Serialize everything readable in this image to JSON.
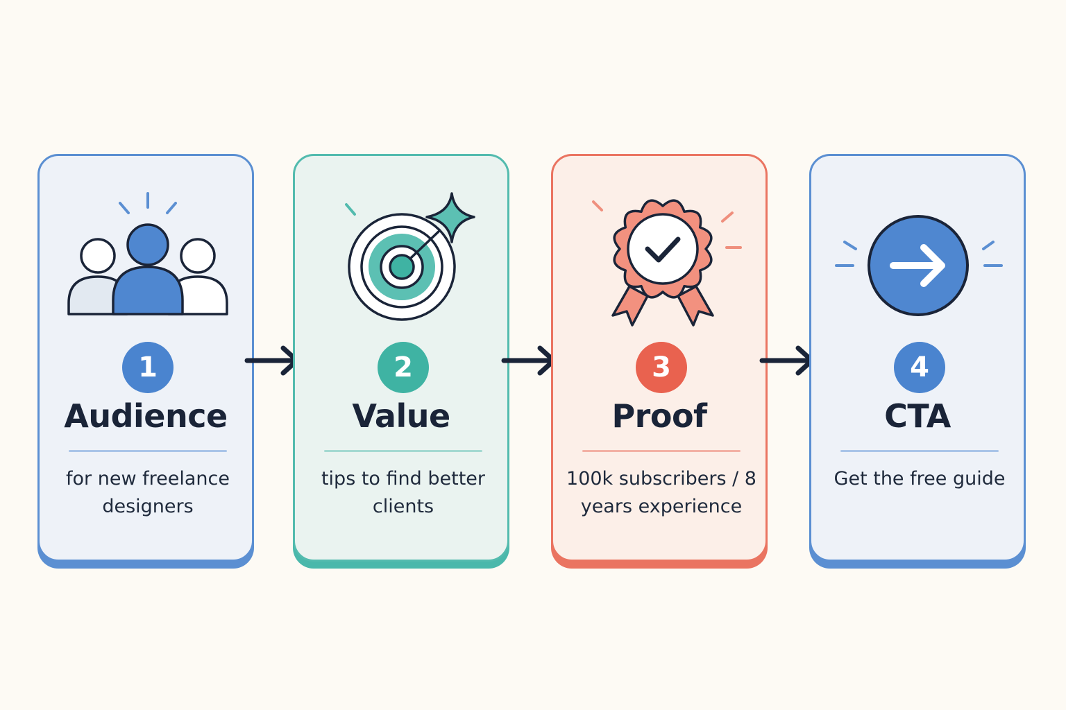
{
  "steps": [
    {
      "number": "1",
      "title": "Audience",
      "description": "for new freelance designers",
      "color": "#4a84cf",
      "icon": "audience-group-icon"
    },
    {
      "number": "2",
      "title": "Value",
      "description": "tips to find better clients",
      "color": "#3fb3a3",
      "icon": "target-sparkle-icon"
    },
    {
      "number": "3",
      "title": "Proof",
      "description": "100k subscribers / 8 years experience",
      "color": "#e9624f",
      "icon": "award-badge-icon"
    },
    {
      "number": "4",
      "title": "CTA",
      "description": "Get the free guide",
      "color": "#4a84cf",
      "icon": "arrow-circle-icon"
    }
  ],
  "connector_icon": "arrow-right-icon",
  "colors": {
    "background": "#fdfaf4",
    "ink": "#1a2438"
  }
}
